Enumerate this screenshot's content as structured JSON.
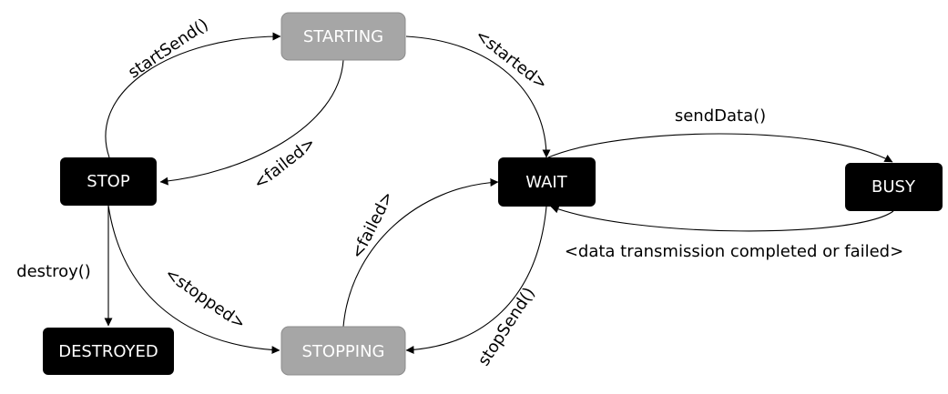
{
  "colors": {
    "dark_fill": "#000000",
    "dark_text": "#ffffff",
    "light_fill": "#a6a6a6",
    "light_text": "#ffffff",
    "light_stroke": "#8c8c8c",
    "edge": "#000000",
    "background": "#ffffff"
  },
  "states": {
    "starting": "STARTING",
    "stop": "STOP",
    "wait": "WAIT",
    "busy": "BUSY",
    "destroyed": "DESTROYED",
    "stopping": "STOPPING"
  },
  "transitions": {
    "start_send": "startSend()",
    "started": "<started>",
    "failed_start": "<failed>",
    "send_data": "sendData()",
    "data_done": "<data transmission completed or failed>",
    "destroy": "destroy()",
    "stopped": "<stopped>",
    "failed_stop": "<failed>",
    "stop_send": "stopSend()"
  }
}
